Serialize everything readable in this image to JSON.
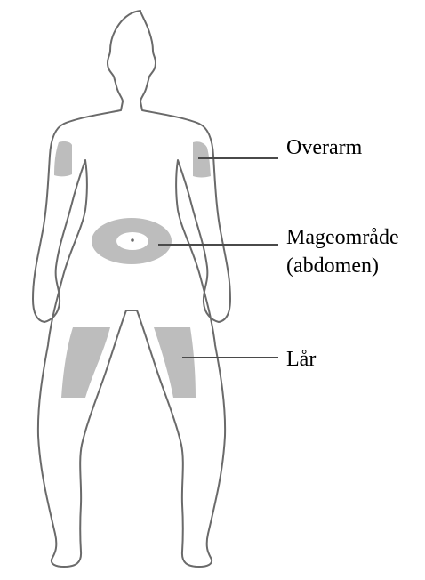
{
  "labels": {
    "upper_arm": "Overarm",
    "abdomen": "Mageområde",
    "abdomen_sub": "(abdomen)",
    "thigh": "Lår"
  },
  "colors": {
    "outline": "#6a6a6a",
    "injection_area": "#bdbdbd",
    "leader_line": "#4a4a4a",
    "background": "#ffffff",
    "text": "#000000"
  }
}
